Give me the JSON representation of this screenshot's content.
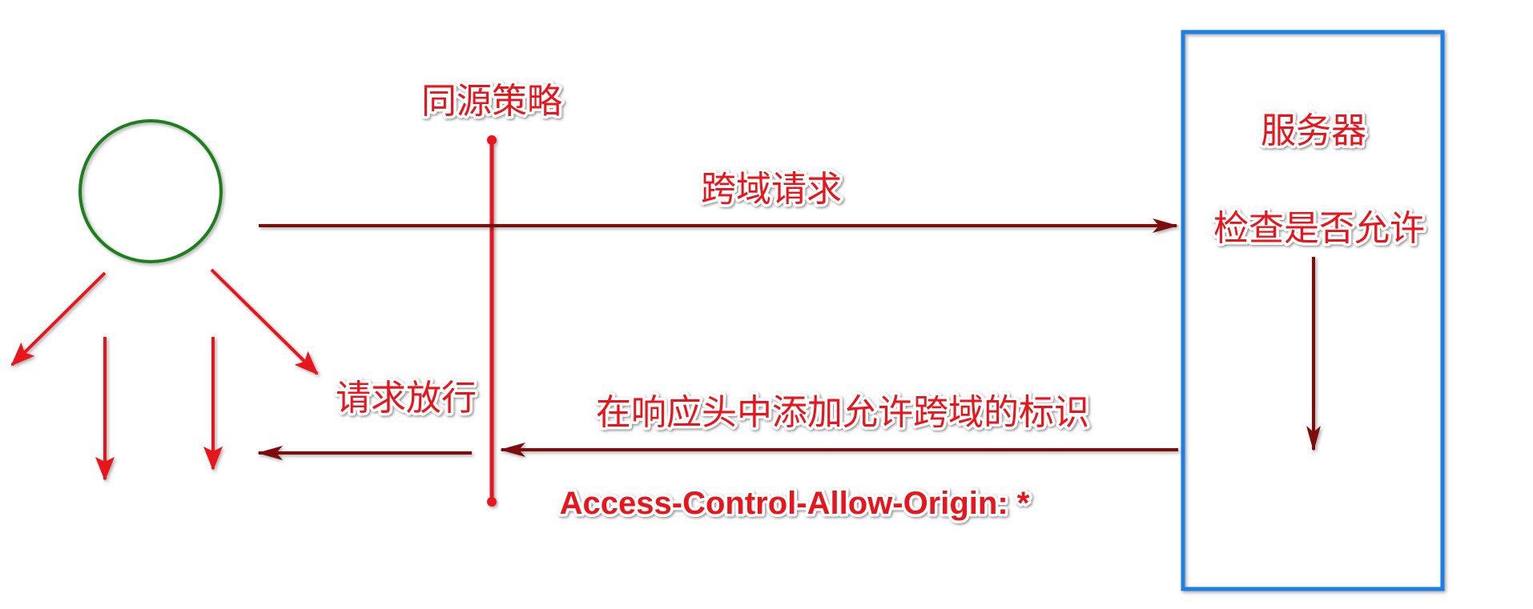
{
  "diagram": {
    "labels": {
      "same_origin_policy": "同源策略",
      "cross_origin_request": "跨域请求",
      "server": "服务器",
      "check_allowed": "检查是否允许",
      "add_header": "在响应头中添加允许跨域的标识",
      "request_allowed": "请求放行",
      "header_value": "Access-Control-Allow-Origin: *"
    },
    "colors": {
      "red": "#e8141c",
      "dark_red": "#7d0f0f",
      "person_outline": "#1a7f1a",
      "server_border": "#1e7fe6"
    }
  }
}
